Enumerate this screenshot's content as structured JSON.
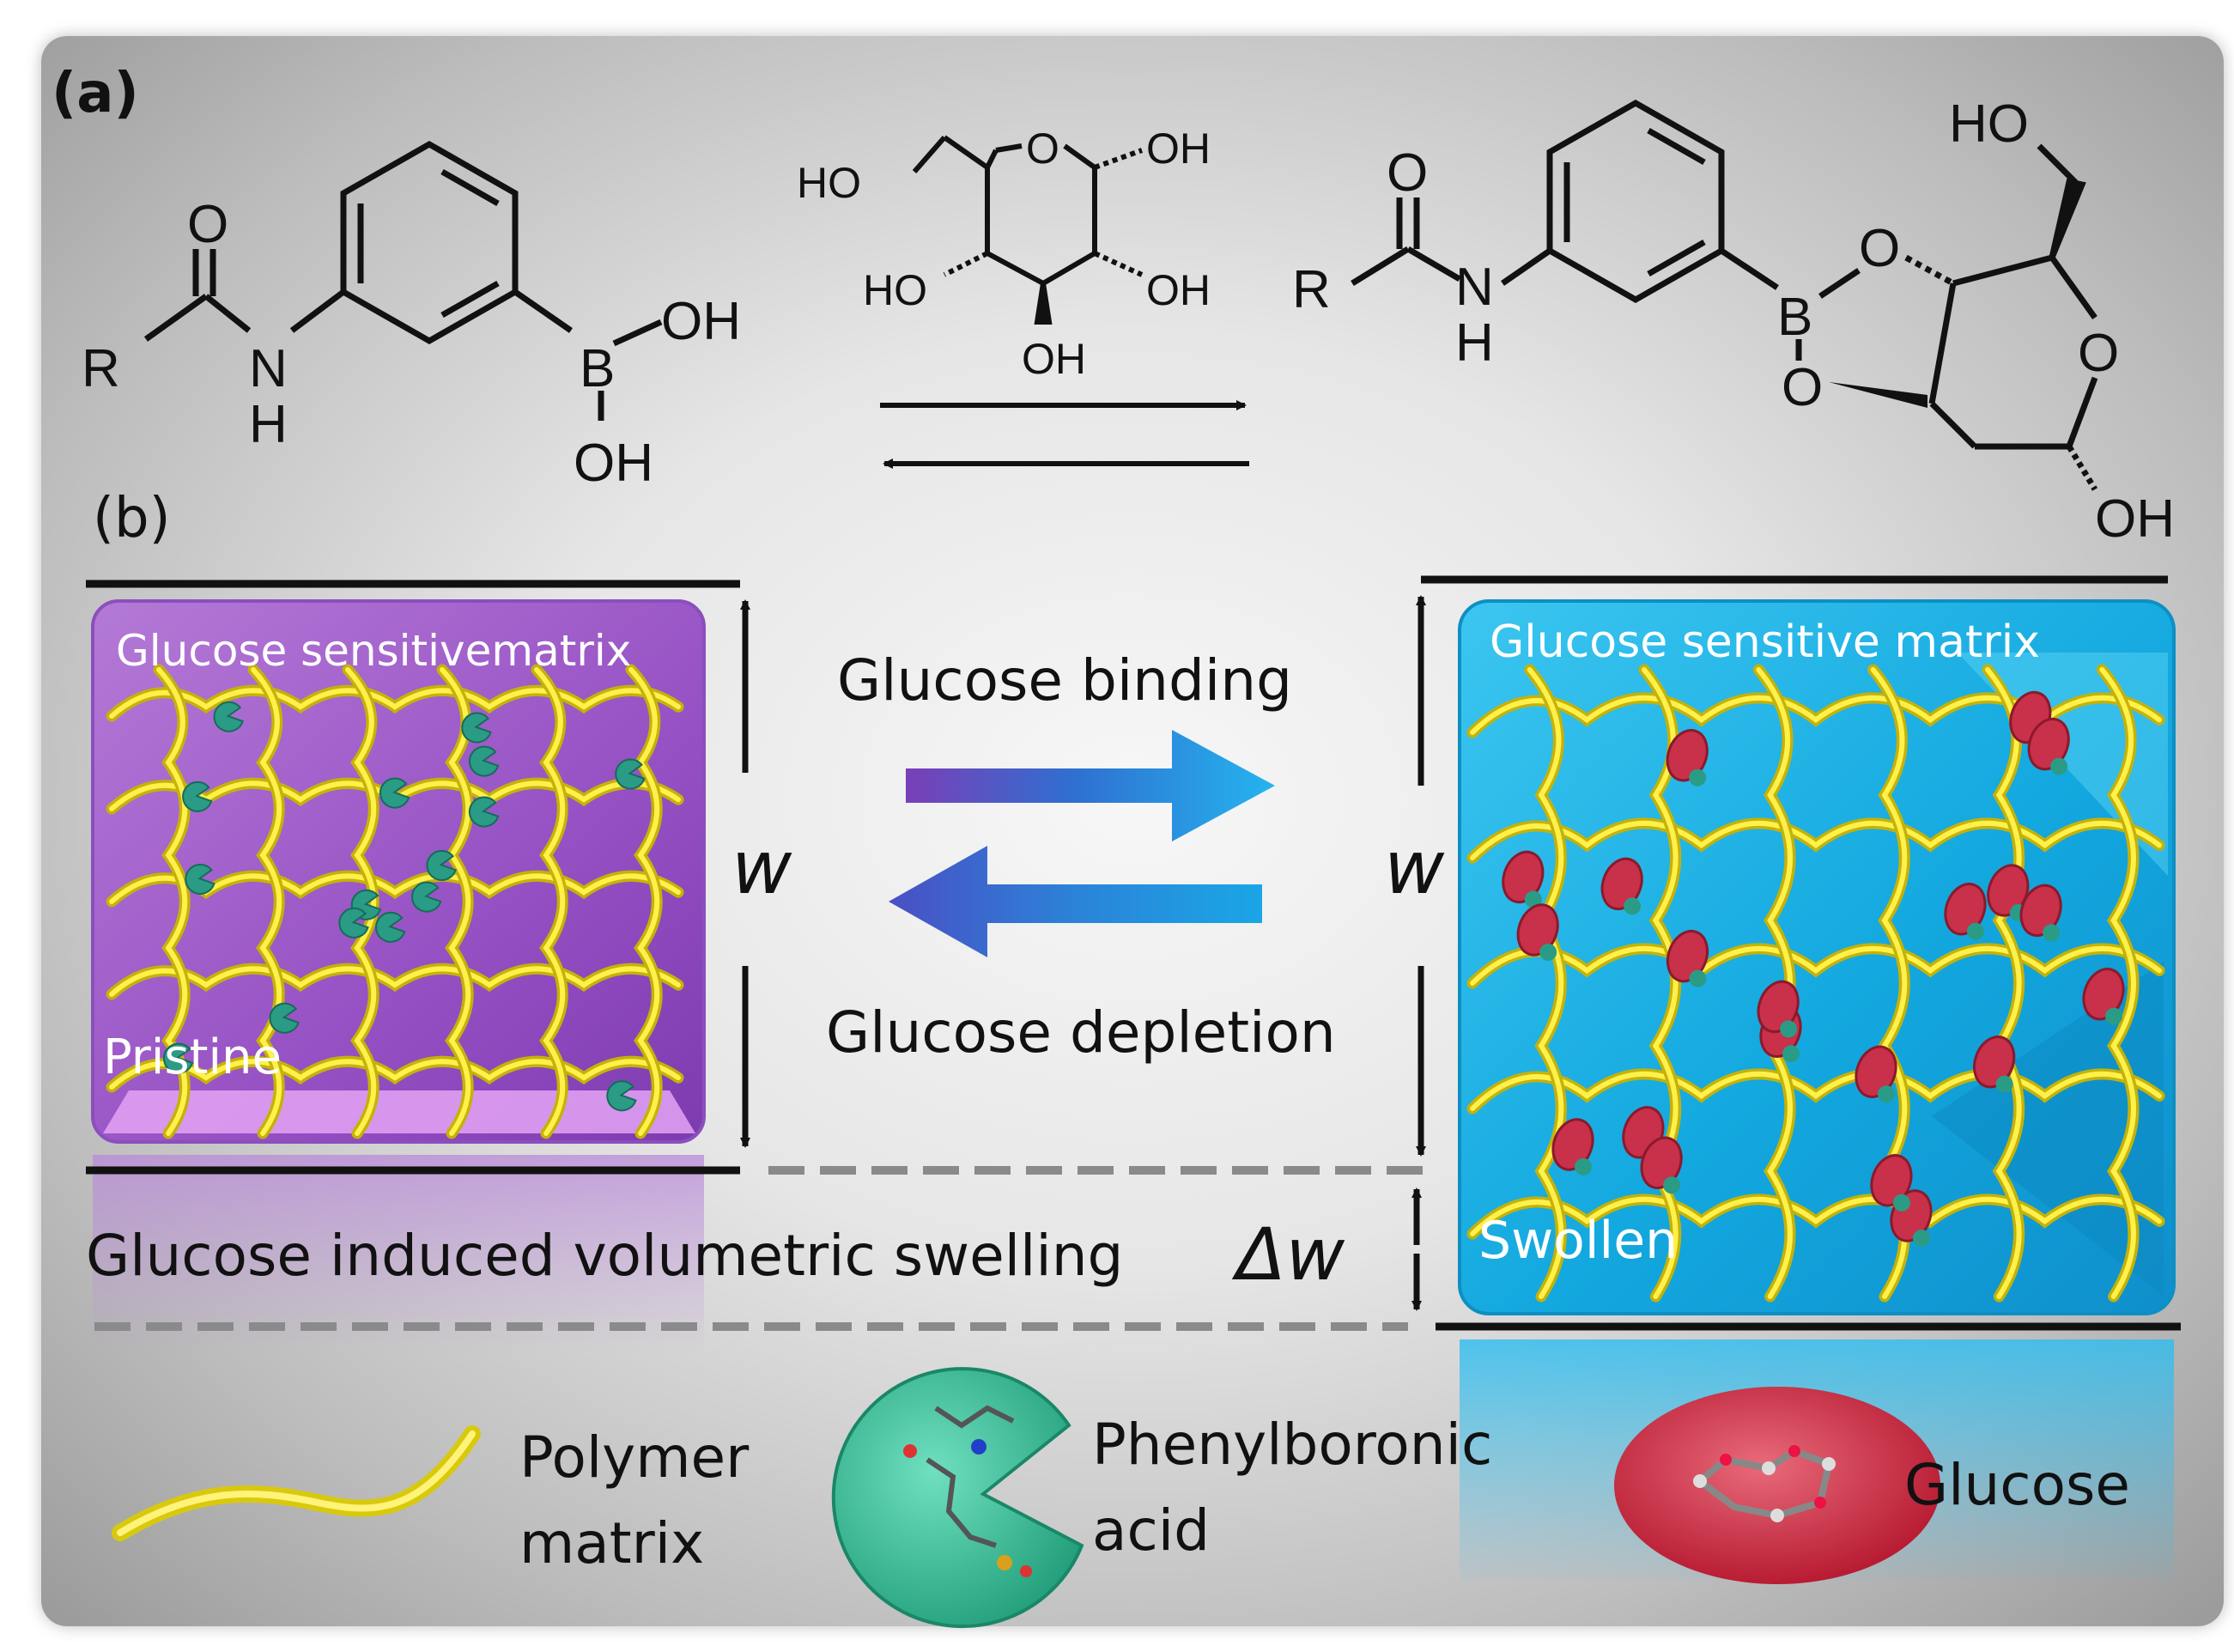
{
  "panel_a": {
    "label": "(a)",
    "reactant_left": {
      "R": "R",
      "N": "N",
      "H": "H",
      "O": "O",
      "B": "B",
      "OH_top": "OH",
      "OH_bottom": "OH"
    },
    "glucose": {
      "ring_O": "O",
      "HO_left": "HO",
      "OH_right": "OH",
      "HO_mid_left": "HO",
      "OH_mid_right": "OH",
      "OH_bottom": "OH"
    },
    "product": {
      "R": "R",
      "N": "N",
      "H": "H",
      "O_carbonyl": "O",
      "B": "B",
      "O_top": "O",
      "O_bottom": "O",
      "ring_O": "O",
      "HO_top": "HO",
      "OH_bottom": "OH"
    }
  },
  "panel_b": {
    "label": "(b)",
    "left_box_title": "Glucose sensitivematrix",
    "left_box_state": "Pristine",
    "right_box_title": "Glucose sensitive matrix",
    "right_box_state": "Swollen",
    "forward_label": "Glucose binding",
    "reverse_label": "Glucose depletion",
    "width_left": "w",
    "width_right": "w",
    "delta_label": "Δw",
    "swelling_caption": "Glucose induced volumetric swelling"
  },
  "legend": {
    "polymer": [
      "Polymer",
      "matrix"
    ],
    "pba": [
      "Phenylboronic",
      "acid"
    ],
    "glucose": "Glucose"
  },
  "colors": {
    "pristine": "#9b57c9",
    "swollen": "#1fb3e6",
    "polymer": "#f3e21b",
    "pba": "#2fc49a",
    "glucose": "#d8203a"
  }
}
